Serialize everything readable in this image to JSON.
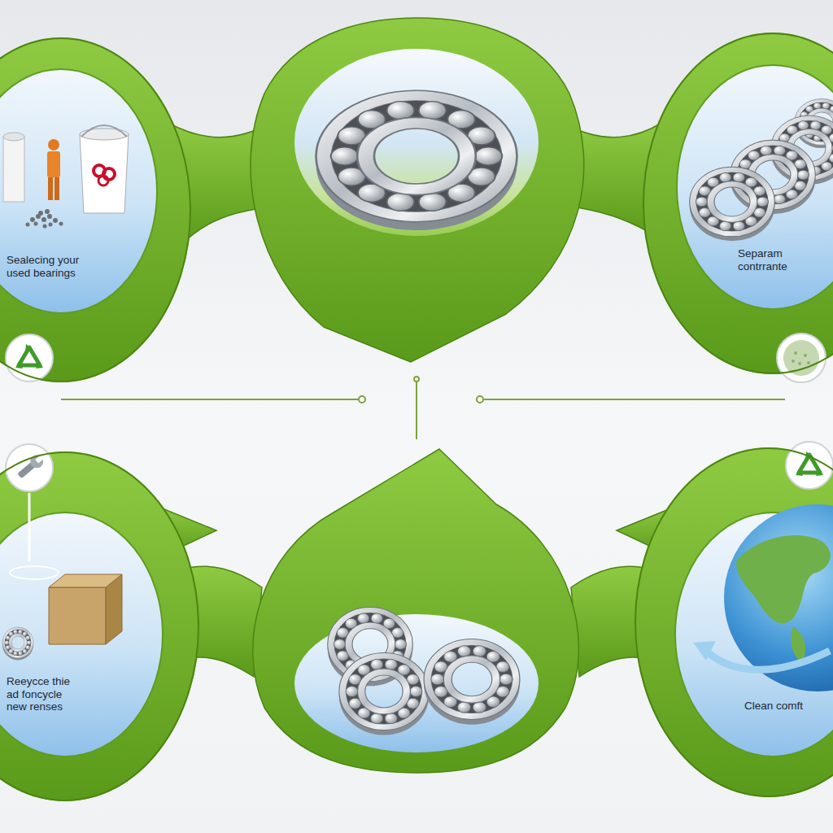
{
  "diagram": {
    "nodes": [
      {
        "text": [
          "Sealecing your used bearings"
        ]
      },
      {
        "text": [
          "Separam contrrante"
        ]
      },
      {
        "text": [
          "Reeycce thie ad foncycle new renses"
        ]
      },
      {
        "text": [
          "Clean comft"
        ]
      }
    ]
  }
}
